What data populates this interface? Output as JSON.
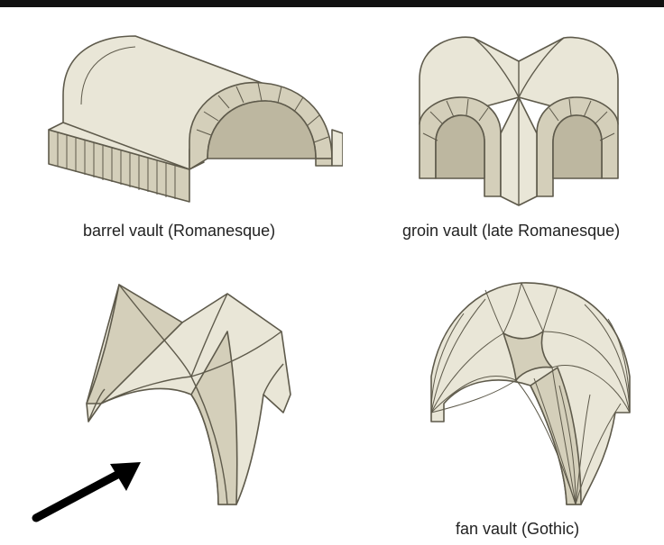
{
  "captions": {
    "barrel": "barrel vault (Romanesque)",
    "groin": "groin vault (late Romanesque)",
    "fan": "fan vault (Gothic)"
  },
  "colors": {
    "stone": "#e9e6d7",
    "stone_shade": "#d4cfba",
    "outline": "#5e5a4b",
    "arrow": "#000000"
  },
  "icons": [
    "barrel-vault-illustration",
    "groin-vault-illustration",
    "rib-vault-illustration",
    "fan-vault-illustration",
    "arrow-icon"
  ]
}
